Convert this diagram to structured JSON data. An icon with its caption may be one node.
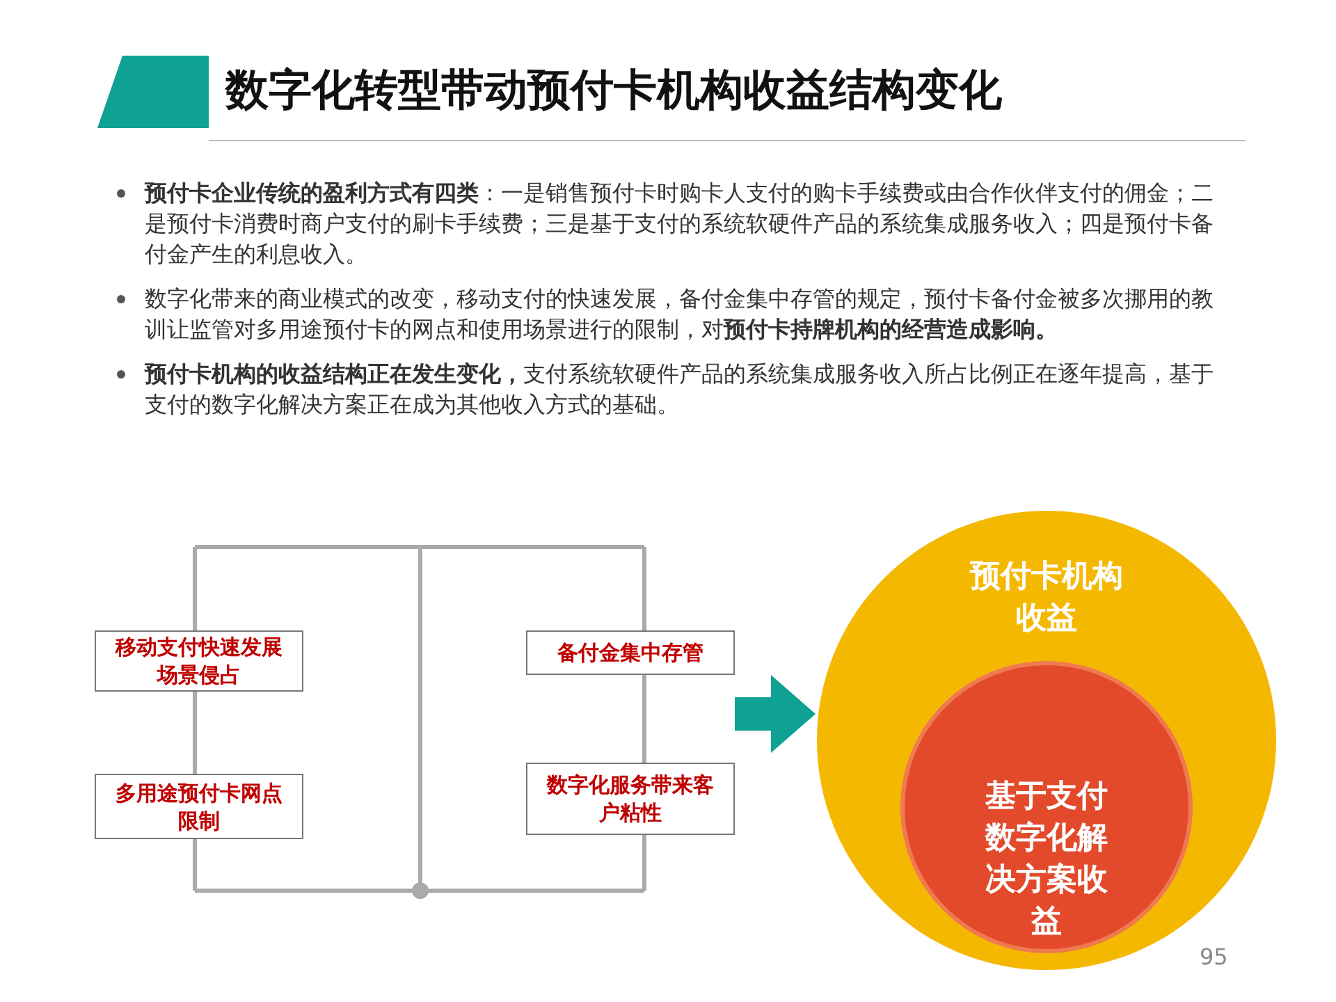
{
  "diagram": {
    "title": "数字化转型带动预付卡机构收益结构变化",
    "nodes": [
      {
        "text": [
          "移动支付快速发展场景侵占"
        ]
      },
      {
        "text": [
          "备付金集中存管"
        ]
      },
      {
        "text": [
          "多用途预付卡网点限制"
        ]
      },
      {
        "text": [
          "数字化服务带来客户粘性"
        ]
      },
      {
        "text": [
          "预付卡机构收益"
        ]
      },
      {
        "text": [
          "基于支付数字化解决方案收益"
        ],
        "in": 4
      }
    ],
    "edges": [
      {
        "from": null,
        "to": 4,
        "arrow": "to"
      }
    ],
    "labels": [
      "**预付卡企业传统的盈利方式有四类**：一是销售预付卡时购卡人支付的购卡手续费或由合作伙伴支付的佣金；二是预付卡消费时商户支付的刷卡手续费；三是基于支付的系统软硬件产品的系统集成服务收入；四是预付卡备付金产生的利息收入。",
      "数字化带来的商业模式的改变，移动支付的快速发展，备付金集中存管的规定，预付卡备付金被多次挪用的教训让监管对多用途预付卡的网点和使用场景进行的限制，对**预付卡持牌机构的经营造成影响。**",
      "**预付卡机构的收益结构正在发生变化，**支付系统软硬件产品的系统集成服务收入所占比例正在逐年提高，基于支付的数字化解决方案正在成为其他收入方式的基础。",
      "95"
    ]
  }
}
